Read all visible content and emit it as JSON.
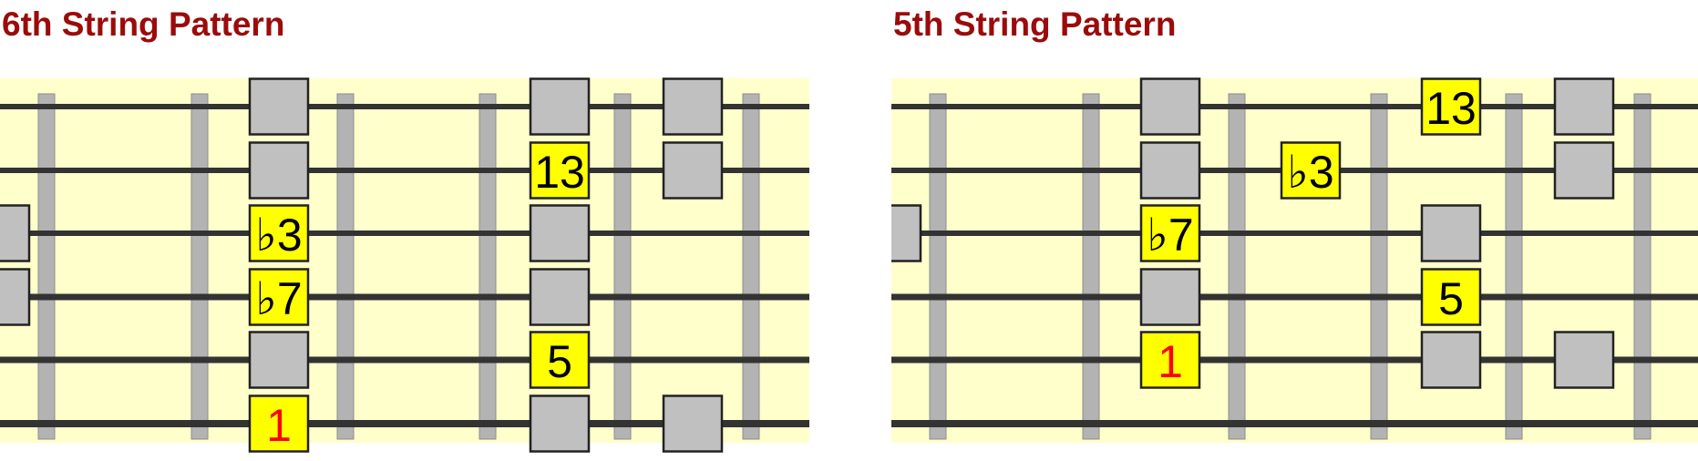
{
  "colors": {
    "title": "#9b0b0b",
    "fretboard": "#ffffcc",
    "string": "#333333",
    "fret": "#b3b3b3",
    "fret_border": "#8c8c8c",
    "note_gray": "#c0c0c0",
    "note_yellow": "#ffff00",
    "note_border": "#222222",
    "root_text": "#ff0000",
    "degree_text": "#000000"
  },
  "diagrams": [
    {
      "id": "d1",
      "title": "6th String Pattern",
      "notes": [
        {
          "string": 1,
          "fret": 3,
          "label": "",
          "kind": "gray"
        },
        {
          "string": 2,
          "fret": 3,
          "label": "",
          "kind": "gray"
        },
        {
          "string": 3,
          "fret": 3,
          "label": "♭3",
          "kind": "yellow"
        },
        {
          "string": 4,
          "fret": 3,
          "label": "♭7",
          "kind": "yellow"
        },
        {
          "string": 5,
          "fret": 3,
          "label": "",
          "kind": "gray"
        },
        {
          "string": 6,
          "fret": 3,
          "label": "1",
          "kind": "root"
        },
        {
          "string": 3,
          "fret": 1,
          "label": "",
          "kind": "gray"
        },
        {
          "string": 4,
          "fret": 1,
          "label": "",
          "kind": "gray"
        },
        {
          "string": 1,
          "fret": 5,
          "label": "",
          "kind": "gray"
        },
        {
          "string": 2,
          "fret": 5,
          "label": "13",
          "kind": "yellow"
        },
        {
          "string": 3,
          "fret": 5,
          "label": "",
          "kind": "gray"
        },
        {
          "string": 4,
          "fret": 5,
          "label": "",
          "kind": "gray"
        },
        {
          "string": 5,
          "fret": 5,
          "label": "5",
          "kind": "yellow"
        },
        {
          "string": 6,
          "fret": 5,
          "label": "",
          "kind": "gray"
        },
        {
          "string": 1,
          "fret": 6,
          "label": "",
          "kind": "gray"
        },
        {
          "string": 2,
          "fret": 6,
          "label": "",
          "kind": "gray"
        },
        {
          "string": 6,
          "fret": 6,
          "label": "",
          "kind": "gray"
        }
      ]
    },
    {
      "id": "d2",
      "title": "5th String Pattern",
      "notes": [
        {
          "string": 3,
          "fret": 1,
          "label": "",
          "kind": "gray"
        },
        {
          "string": 1,
          "fret": 3,
          "label": "",
          "kind": "gray"
        },
        {
          "string": 2,
          "fret": 3,
          "label": "",
          "kind": "gray"
        },
        {
          "string": 3,
          "fret": 3,
          "label": "♭7",
          "kind": "yellow"
        },
        {
          "string": 4,
          "fret": 3,
          "label": "",
          "kind": "gray"
        },
        {
          "string": 5,
          "fret": 3,
          "label": "1",
          "kind": "root"
        },
        {
          "string": 2,
          "fret": 4,
          "label": "♭3",
          "kind": "yellow"
        },
        {
          "string": 1,
          "fret": 5,
          "label": "13",
          "kind": "yellow"
        },
        {
          "string": 3,
          "fret": 5,
          "label": "",
          "kind": "gray"
        },
        {
          "string": 4,
          "fret": 5,
          "label": "5",
          "kind": "yellow"
        },
        {
          "string": 5,
          "fret": 5,
          "label": "",
          "kind": "gray"
        },
        {
          "string": 1,
          "fret": 6,
          "label": "",
          "kind": "gray"
        },
        {
          "string": 2,
          "fret": 6,
          "label": "",
          "kind": "gray"
        },
        {
          "string": 5,
          "fret": 6,
          "label": "",
          "kind": "gray"
        }
      ]
    }
  ]
}
